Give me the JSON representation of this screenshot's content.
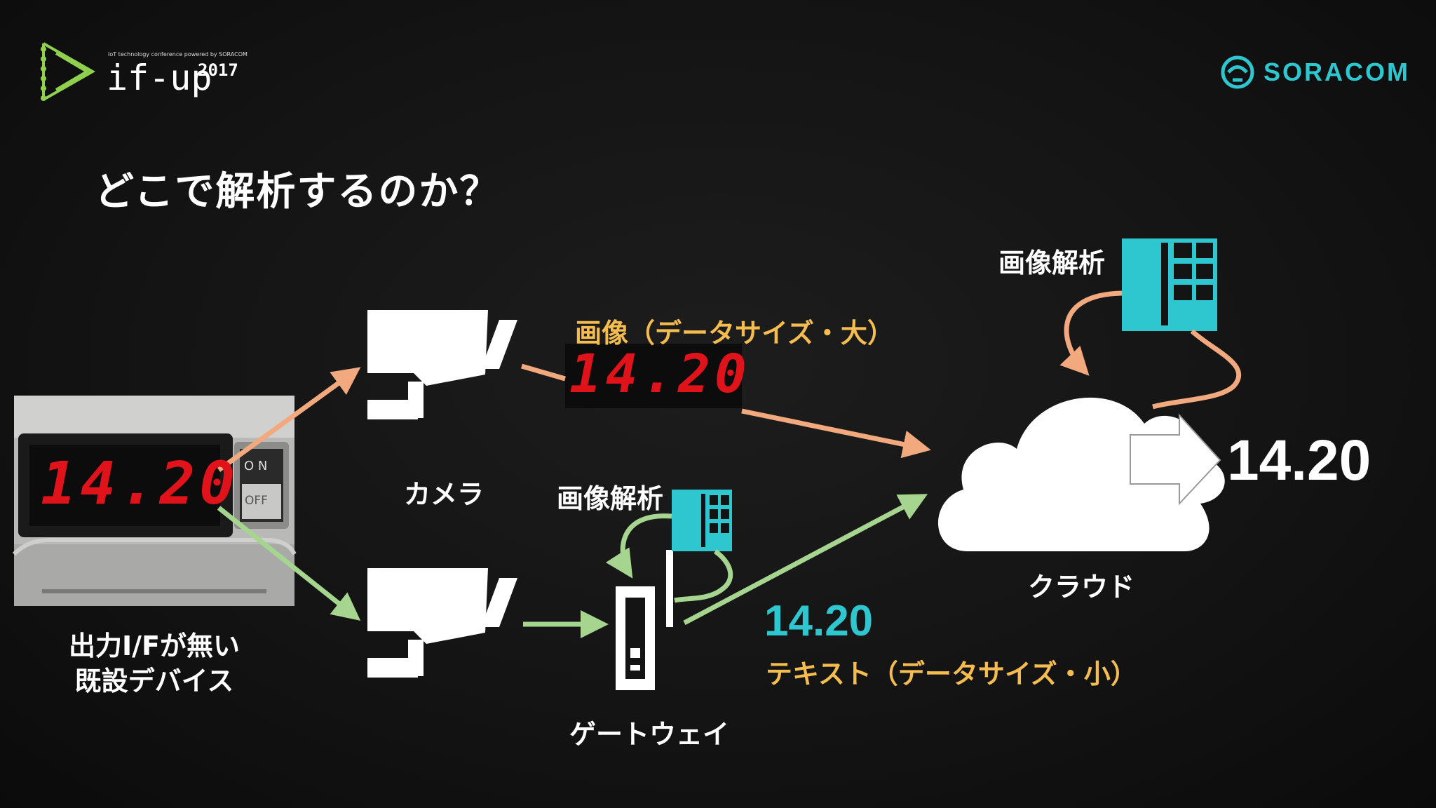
{
  "header": {
    "event_tagline": "IoT technology conference powered by SORACOM",
    "event_name": "if-up",
    "event_year": "2017",
    "brand": "SORACOM"
  },
  "slide": {
    "title": "どこで解析するのか？"
  },
  "nodes": {
    "device_label_line1": "出力I/Fが無い",
    "device_label_line2": "既設デバイス",
    "device_display": "14.20",
    "switch_on": "O N",
    "switch_off": "OFF",
    "camera_label": "カメラ",
    "gateway_label": "ゲートウェイ",
    "cloud_label": "クラウド"
  },
  "edges": {
    "image_large_label": "画像（データサイズ・大）",
    "image_display": "14.20",
    "text_value": "14.20",
    "text_small_label": "テキスト（データサイズ・小）",
    "analysis_cloud_label": "画像解析",
    "analysis_gateway_label": "画像解析",
    "output_value": "14.20"
  },
  "colors": {
    "orange_arrow": "#f3a97e",
    "green_arrow": "#a5d58f",
    "teal_icon": "#2fc7cf",
    "label_yellow": "#f5bd4f",
    "seven_segment_red": "#e0121a"
  },
  "icons": [
    "camera-icon",
    "gateway-icon",
    "cloud-icon",
    "server-icon",
    "soracom-logo",
    "if-up-logo"
  ]
}
